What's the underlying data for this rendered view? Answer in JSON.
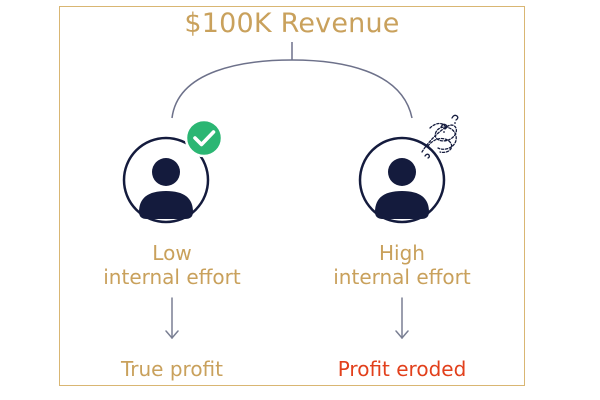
{
  "title": "$100K Revenue",
  "left": {
    "label_line1": "Low",
    "label_line2": "internal effort",
    "outcome": "True profit",
    "badge_icon": "check-circle-icon"
  },
  "right": {
    "label_line1": "High",
    "label_line2": "internal effort",
    "outcome": "Profit eroded",
    "badge_icon": "tangled-scribble-icon"
  },
  "colors": {
    "accent": "#c9a15c",
    "frame": "#d9b673",
    "avatar": "#141b3d",
    "check_badge": "#2bb673",
    "arrow": "#7a7f93",
    "negative": "#e2401c"
  }
}
